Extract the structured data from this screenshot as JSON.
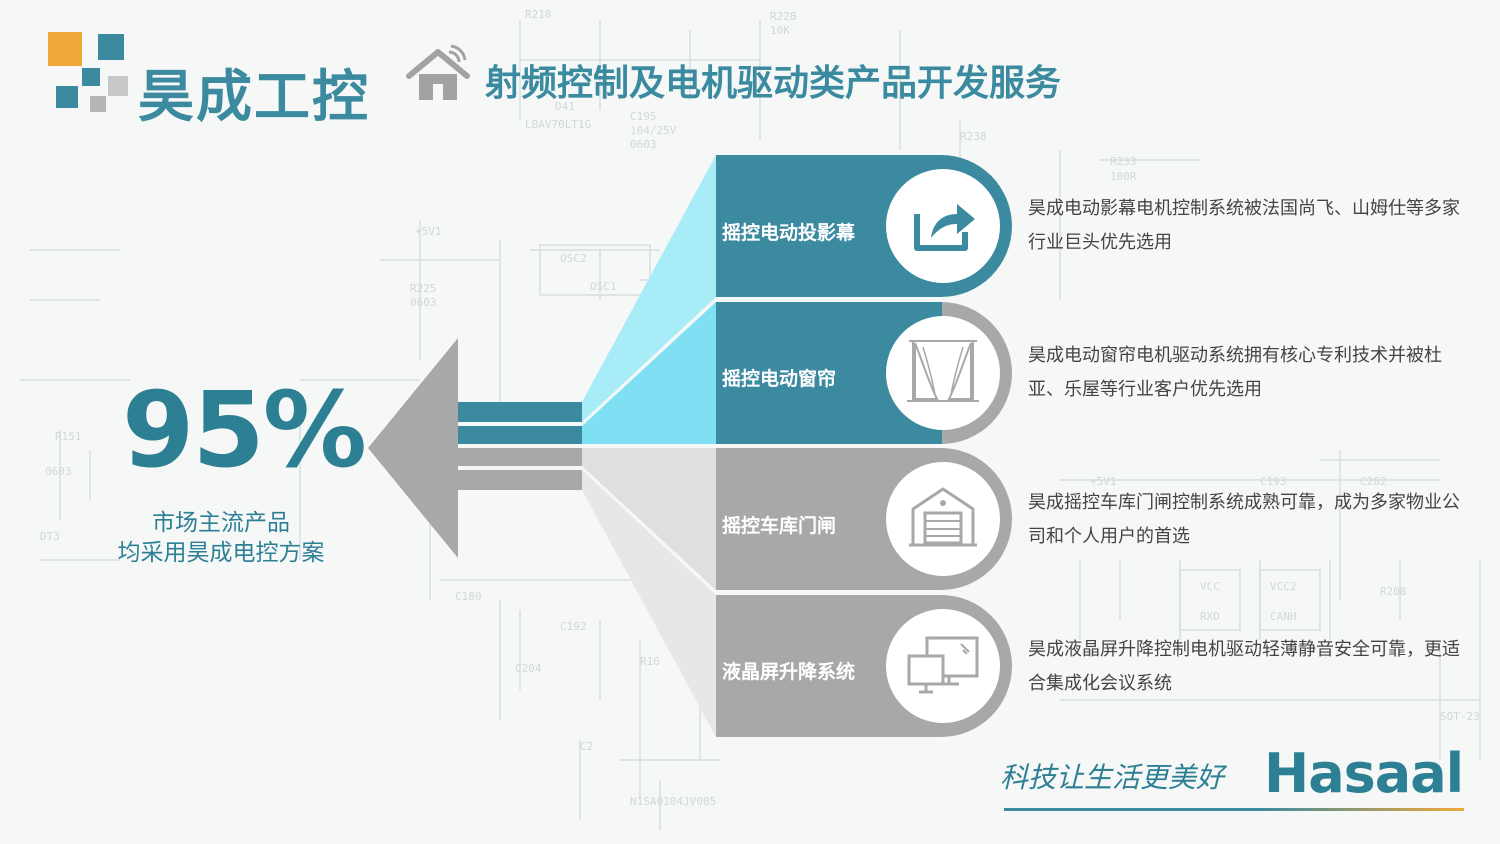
{
  "logo": {
    "name": "昊成工控"
  },
  "header": {
    "title": "射频控制及电机驱动类产品开发服务"
  },
  "stat": {
    "value": "95%",
    "caption_line1": "市场主流产品",
    "caption_line2": "均采用昊成电控方案"
  },
  "items": [
    {
      "label": "摇控电动投影幕",
      "icon": "share-icon",
      "desc": "昊成电动影幕电机控制系统被法国尚飞、山姆仕等多家行业巨头优先选用"
    },
    {
      "label": "摇控电动窗帘",
      "icon": "curtain-icon",
      "desc": "昊成电动窗帘电机驱动系统拥有核心专利技术并被杜亚、乐屋等行业客户优先选用"
    },
    {
      "label": "摇控车库门闸",
      "icon": "garage-icon",
      "desc": "昊成摇控车库门闸控制系统成熟可靠，成为多家物业公司和个人用户的首选"
    },
    {
      "label": "液晶屏升降系统",
      "icon": "monitor-icon",
      "desc": "昊成液晶屏升降控制电机驱动轻薄静音安全可靠，更适合集成化会议系统"
    }
  ],
  "footer": {
    "slogan": "科技让生活更美好",
    "brand_main": "Hasa",
    "brand_accent": "al"
  },
  "colors": {
    "teal": "#3b8aa0",
    "gray": "#a7a8aa",
    "cyan": "#7fe0f4",
    "orange": "#f0a83a"
  }
}
